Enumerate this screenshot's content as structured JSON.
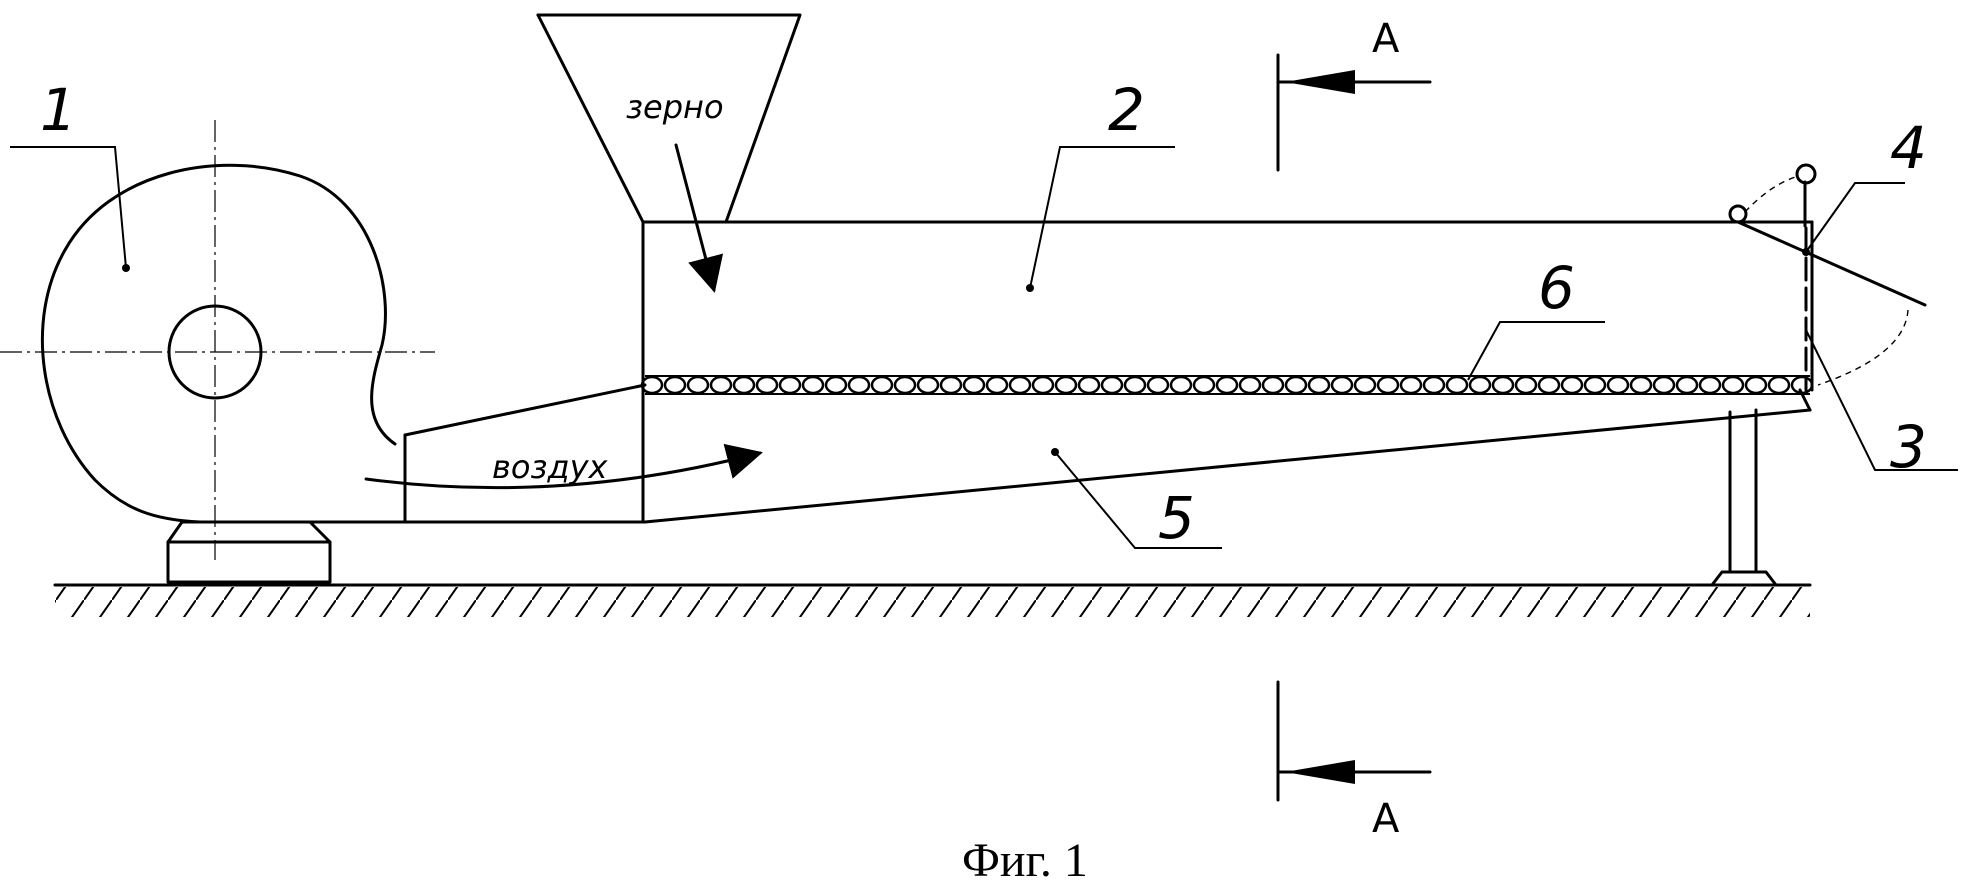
{
  "labels": {
    "fan": "1",
    "chamber": "2",
    "flap": "3",
    "lever": "4",
    "air_duct": "5",
    "grate": "6"
  },
  "annotations": {
    "grain": "зерно",
    "air": "воздух"
  },
  "section": {
    "top": "А",
    "bottom": "А"
  },
  "caption": "Фиг. 1"
}
